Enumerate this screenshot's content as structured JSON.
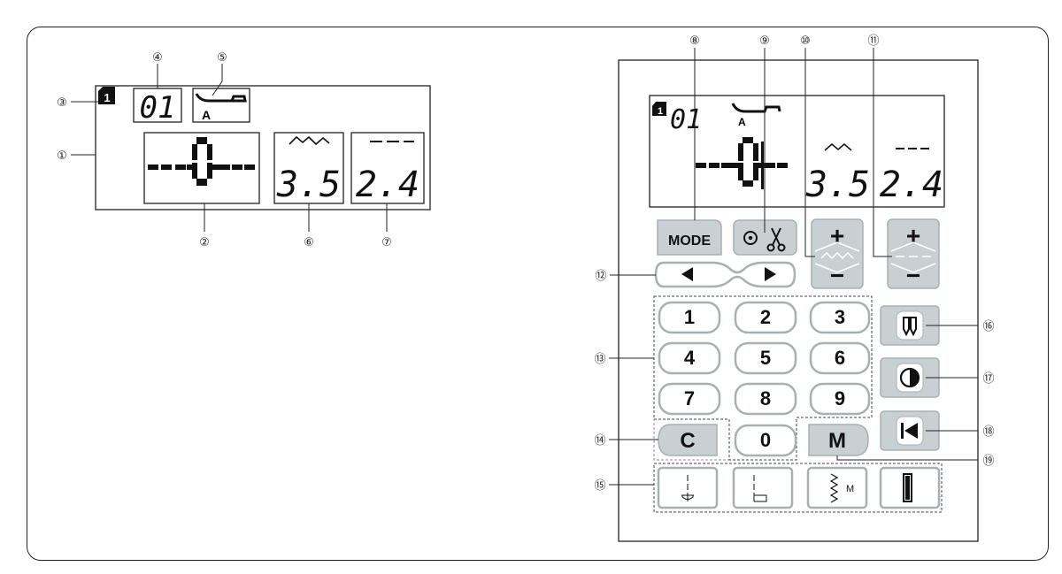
{
  "lcd": {
    "memory_badge": "1",
    "pattern_number": "01",
    "foot_letter": "A",
    "stitch_width": "3.5",
    "stitch_length": "2.4"
  },
  "panel_lcd": {
    "memory_badge": "1",
    "pattern_number": "01",
    "foot_letter": "A",
    "stitch_width": "3.5",
    "stitch_length": "2.4"
  },
  "buttons": {
    "mode": "MODE",
    "plus": "+",
    "minus": "−",
    "clear": "C",
    "memory": "M",
    "numbers": [
      "1",
      "2",
      "3",
      "4",
      "5",
      "6",
      "7",
      "8",
      "9"
    ],
    "zero": "0",
    "pattern_key_m_label": "M"
  },
  "callouts": {
    "c1": "①",
    "c2": "②",
    "c3": "③",
    "c4": "④",
    "c5": "⑤",
    "c6": "⑥",
    "c7": "⑦",
    "c8": "⑧",
    "c9": "⑨",
    "c10": "⑩",
    "c11": "⑪",
    "c12": "⑫",
    "c13": "⑬",
    "c14": "⑭",
    "c15": "⑮",
    "c16": "⑯",
    "c17": "⑰",
    "c18": "⑱",
    "c19": "⑲"
  },
  "icons": {
    "scissors": "scissors-icon",
    "arrow_left": "arrow-left-icon",
    "arrow_right": "arrow-right-icon",
    "twin_needle": "twin-needle-icon",
    "mirror": "mirror-icon",
    "start_pattern": "start-pattern-icon"
  },
  "colors": {
    "key_fill": "#c9d0d3",
    "key_stroke": "#a8b0b3",
    "line": "#222222"
  }
}
